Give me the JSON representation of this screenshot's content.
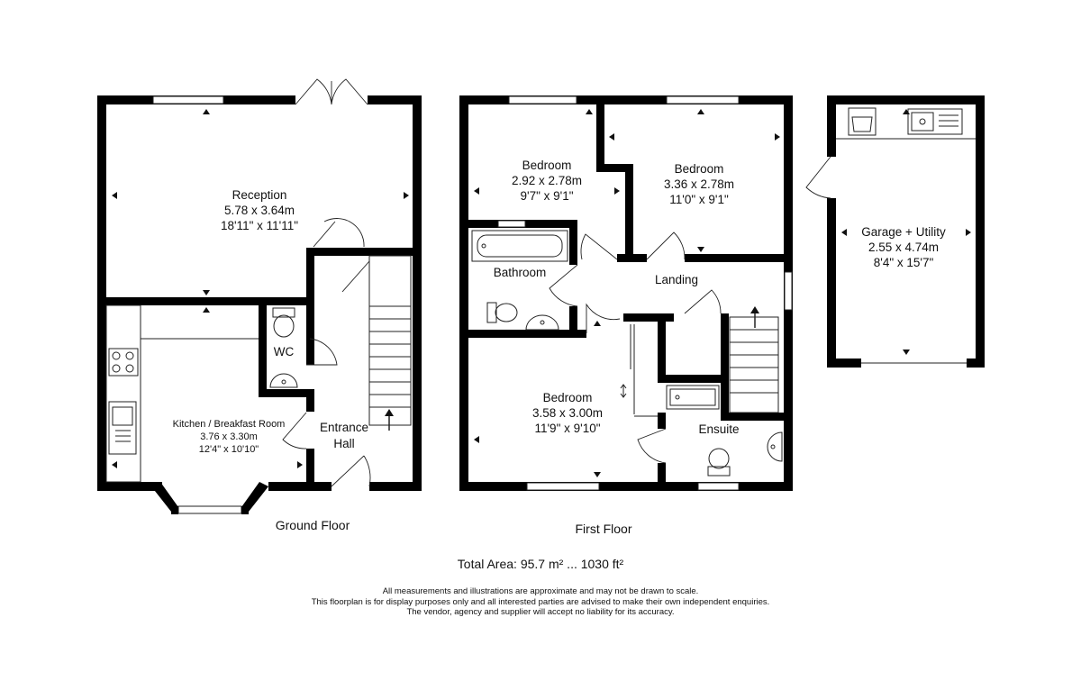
{
  "floors": {
    "ground": "Ground Floor",
    "first": "First Floor"
  },
  "rooms": {
    "reception": {
      "name": "Reception",
      "metric": "5.78 x 3.64m",
      "imperial": "18'11\" x 11'11\""
    },
    "kitchen": {
      "name": "Kitchen / Breakfast Room",
      "metric": "3.76 x 3.30m",
      "imperial": "12'4\" x 10'10\""
    },
    "wc": {
      "name": "WC"
    },
    "entrance": {
      "line1": "Entrance",
      "line2": "Hall"
    },
    "bedroom1": {
      "name": "Bedroom",
      "metric": "2.92 x 2.78m",
      "imperial": "9'7\" x 9'1\""
    },
    "bedroom2": {
      "name": "Bedroom",
      "metric": "3.36 x 2.78m",
      "imperial": "11'0\" x 9'1\""
    },
    "bathroom": {
      "name": "Bathroom"
    },
    "landing": {
      "name": "Landing"
    },
    "bedroom3": {
      "name": "Bedroom",
      "metric": "3.58 x 3.00m",
      "imperial": "11'9\" x 9'10\""
    },
    "ensuite": {
      "name": "Ensuite"
    },
    "garage": {
      "name": "Garage + Utility",
      "metric": "2.55 x 4.74m",
      "imperial": "8'4\" x 15'7\""
    }
  },
  "total_area": "Total Area: 95.7 m² ... 1030 ft²",
  "disclaimer": [
    "All measurements and illustrations are approximate and may not be drawn to scale.",
    "This floorplan is for display purposes only and all interested parties are advised to make their own independent enquiries.",
    "The vendor, agency and supplier will accept no liability for its accuracy."
  ]
}
